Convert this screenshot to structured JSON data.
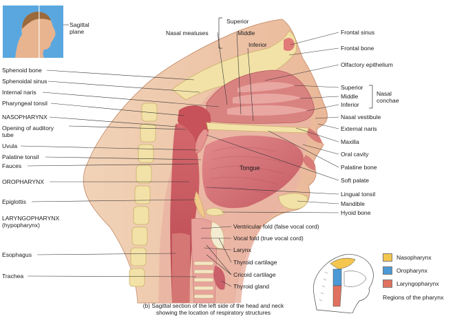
{
  "figure": {
    "caption_line1": "(b) Sagittal section of the left side of the head and neck",
    "caption_line2": "showing the location of respiratory structures"
  },
  "inset": {
    "plane_label_line1": "Sagittal",
    "plane_label_line2": "plane"
  },
  "labels_left": {
    "sphenoid_bone": "Sphenoid bone",
    "sphenoidal_sinus": "Sphenoidal sinus",
    "internal_naris": "Internal naris",
    "pharyngeal_tonsil": "Pharyngeal tonsil",
    "nasopharynx": "NASOPHARYNX",
    "auditory_tube_line1": "Opening of auditory",
    "auditory_tube_line2": "tube",
    "uvula": "Uvula",
    "palatine_tonsil": "Palatine tonsil",
    "fauces": "Fauces",
    "oropharynx": "OROPHARYNX",
    "epiglottis": "Epiglottis",
    "laryngopharynx_line1": "LARYNGOPHARYNX",
    "laryngopharynx_line2": "(hypopharynx)",
    "esophagus": "Esophagus",
    "trachea": "Trachea"
  },
  "labels_top": {
    "nasal_meatuses": "Nasal meatuses",
    "superior": "Superior",
    "middle": "Middle",
    "inferior": "Inferior"
  },
  "labels_right": {
    "frontal_sinus": "Frontal sinus",
    "frontal_bone": "Frontal bone",
    "olfactory_epithelium": "Olfactory epithelium",
    "conchae_superior": "Superior",
    "conchae_middle": "Middle",
    "conchae_inferior": "Inferior",
    "nasal_conchae_line1": "Nasal",
    "nasal_conchae_line2": "conchae",
    "nasal_vestibule": "Nasal vestibule",
    "external_naris": "External naris",
    "maxilla": "Maxilla",
    "oral_cavity": "Oral cavity",
    "palatine_bone": "Palatine bone",
    "soft_palate": "Soft palate",
    "lingual_tonsil": "Lingual tonsil",
    "mandible": "Mandible",
    "hyoid_bone": "Hyoid bone",
    "ventricular_fold": "Ventricular fold (false vocal cord)",
    "vocal_fold": "Vocal fold (true vocal cord)",
    "larynx": "Larynx",
    "thyroid_cartilage": "Thyroid cartilage",
    "cricoid_cartilage": "Cricoid cartilage",
    "thyroid_gland": "Thyroid gland"
  },
  "labels_inner": {
    "tongue": "Tongue"
  },
  "legend": {
    "items": [
      {
        "label": "Nasopharynx",
        "color": "#f4c64e"
      },
      {
        "label": "Oropharynx",
        "color": "#4b9ad6"
      },
      {
        "label": "Laryngopharynx",
        "color": "#e0715f"
      }
    ],
    "title": "Regions of the pharynx"
  },
  "colors": {
    "skin": "#f3c9a6",
    "tissue": "#e9b3a4",
    "mucosa": "#dc8a86",
    "cavity": "#c7525a",
    "bone": "#f3e2a7",
    "muscle": "#d86f6f",
    "line": "#333333"
  }
}
